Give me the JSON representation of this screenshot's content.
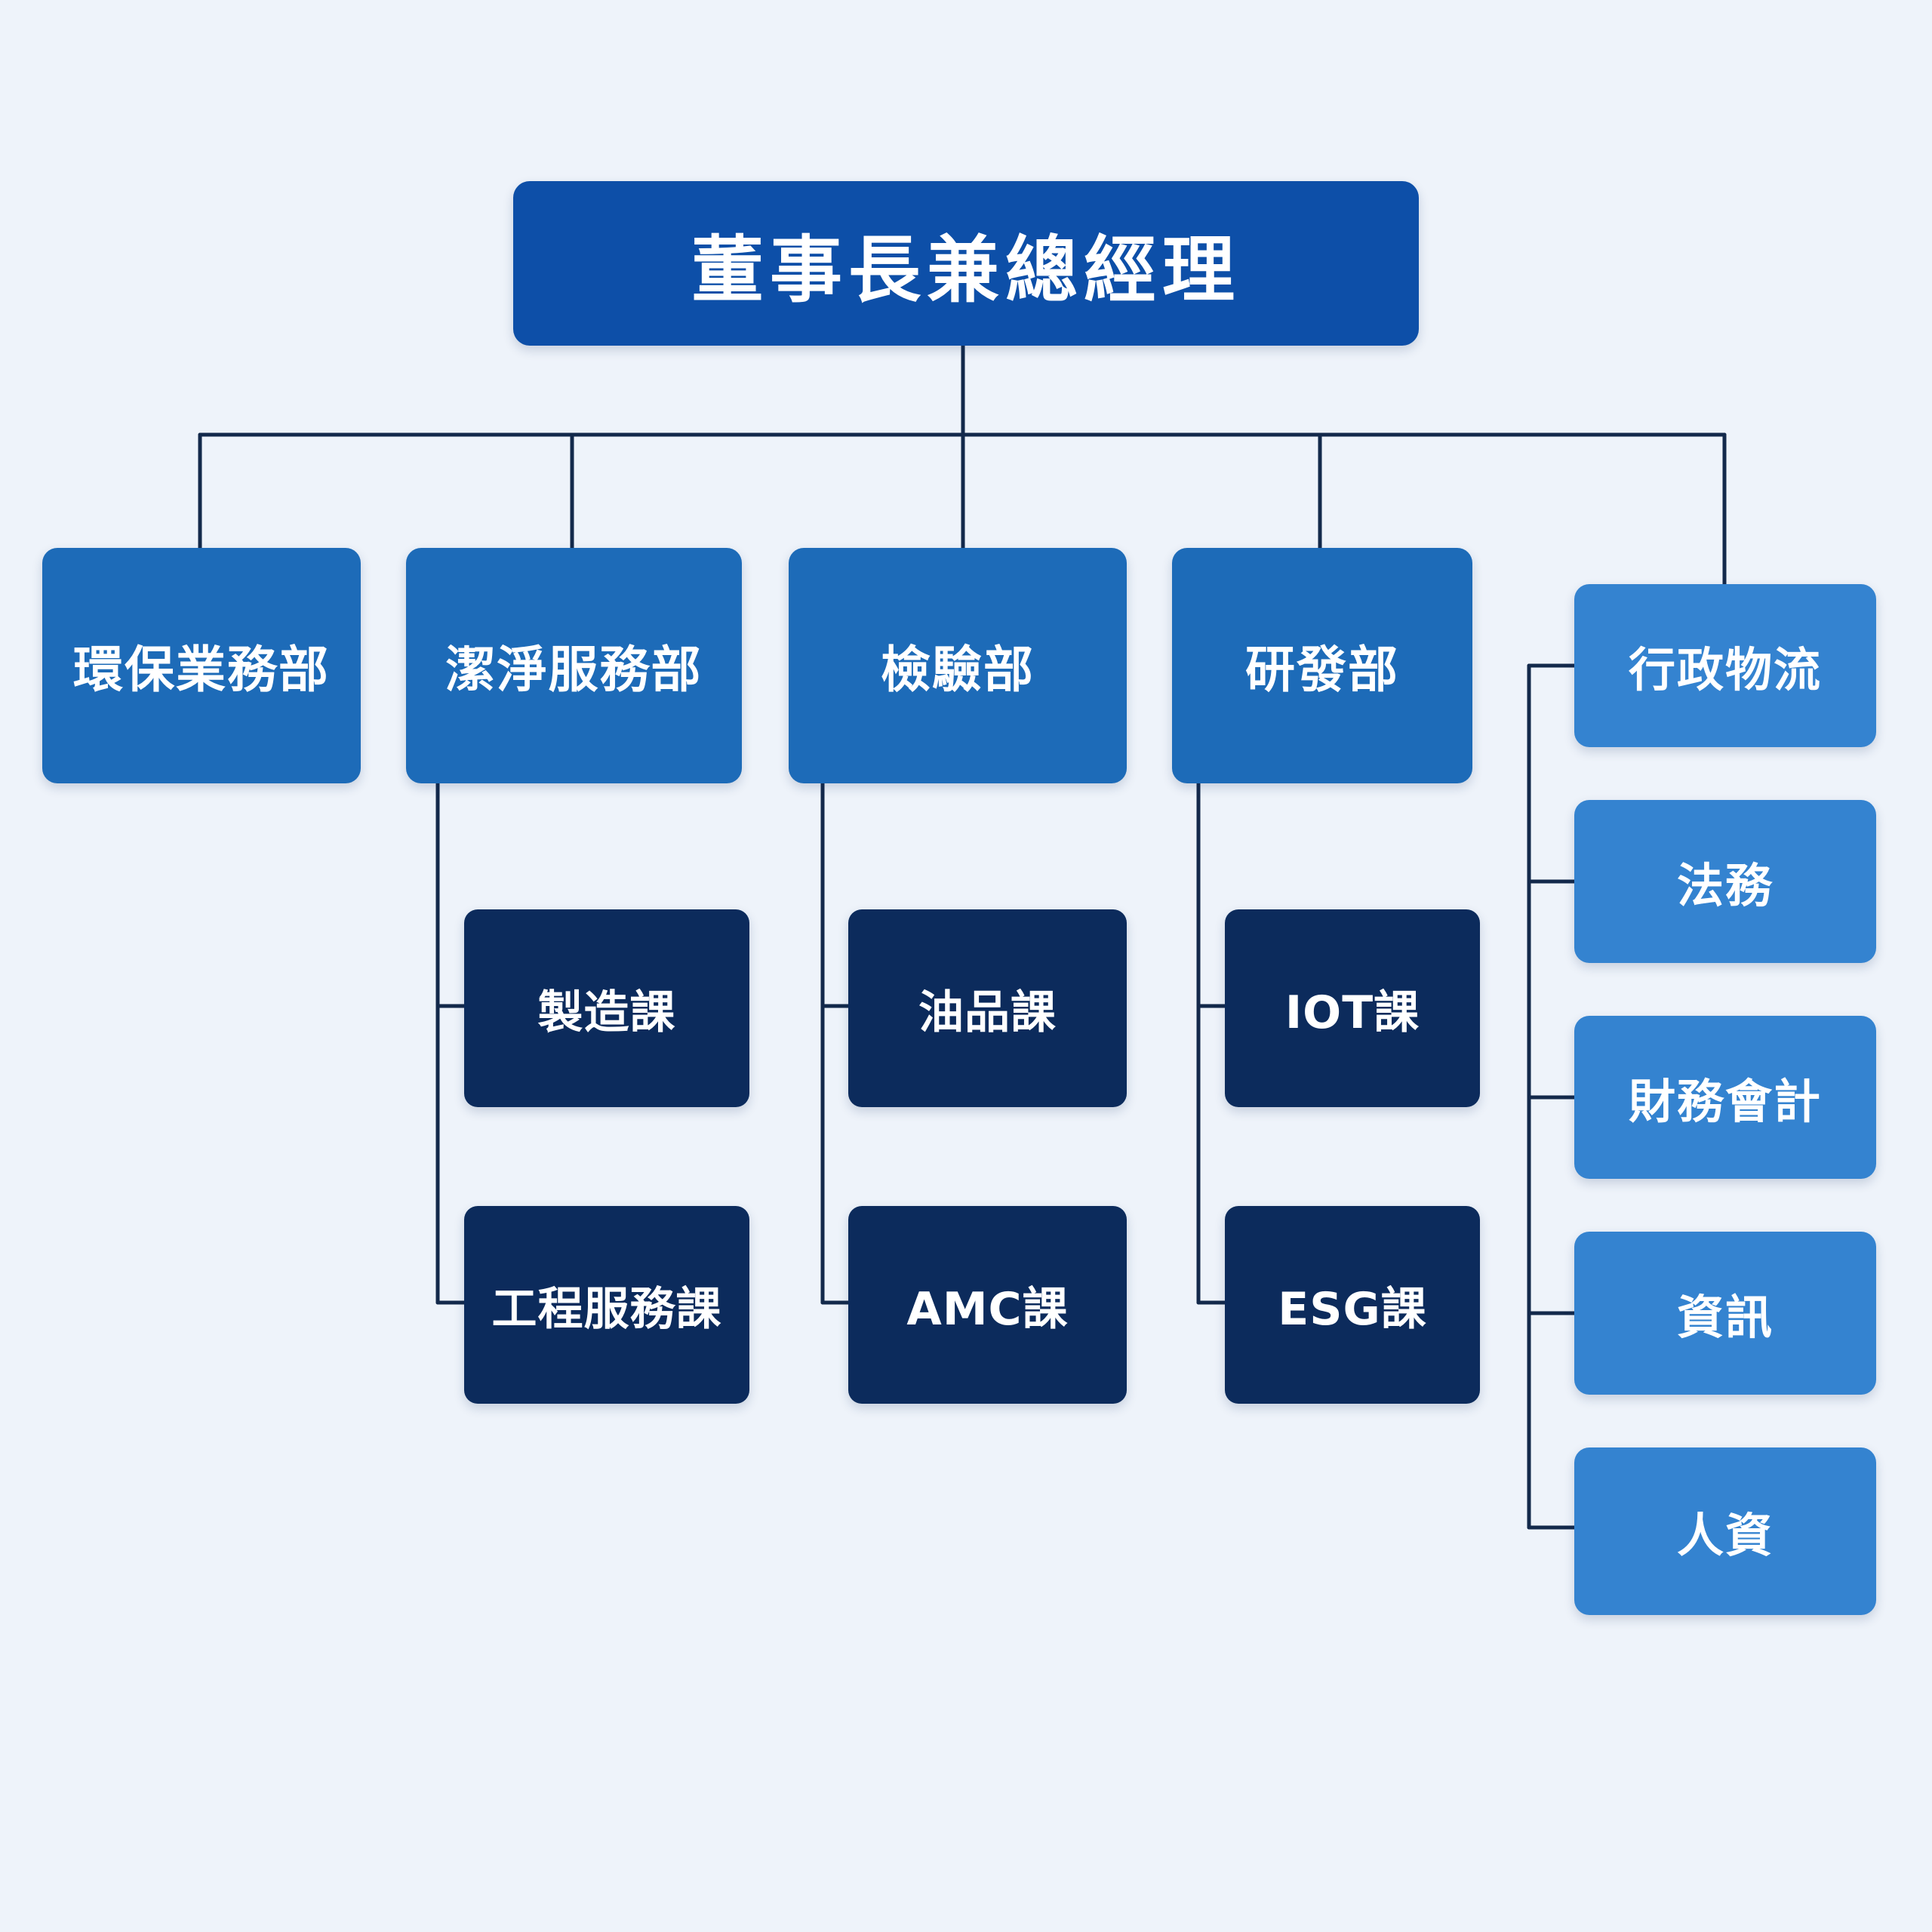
{
  "colors": {
    "background": "#eef3fa",
    "ceo": "#0d4fa8",
    "department": "#1d6bb8",
    "section": "#0c2b5c",
    "admin": "#3483d0",
    "connector": "#13294b"
  },
  "ceo": {
    "label": "董事長兼總經理"
  },
  "departments": [
    {
      "id": "env",
      "label": "環保業務部",
      "sections": []
    },
    {
      "id": "clean",
      "label": "潔淨服務部",
      "sections": [
        {
          "id": "mfg",
          "label": "製造課"
        },
        {
          "id": "eng",
          "label": "工程服務課"
        }
      ]
    },
    {
      "id": "insp",
      "label": "檢驗部",
      "sections": [
        {
          "id": "oil",
          "label": "油品課"
        },
        {
          "id": "amc",
          "label": "AMC課"
        }
      ]
    },
    {
      "id": "rd",
      "label": "研發部",
      "sections": [
        {
          "id": "iot",
          "label": "IOT課"
        },
        {
          "id": "esg",
          "label": "ESG課"
        }
      ]
    }
  ],
  "admin_group": [
    {
      "id": "admin",
      "label": "行政物流"
    },
    {
      "id": "legal",
      "label": "法務"
    },
    {
      "id": "finance",
      "label": "財務會計"
    },
    {
      "id": "it",
      "label": "資訊"
    },
    {
      "id": "hr",
      "label": "人資"
    }
  ]
}
